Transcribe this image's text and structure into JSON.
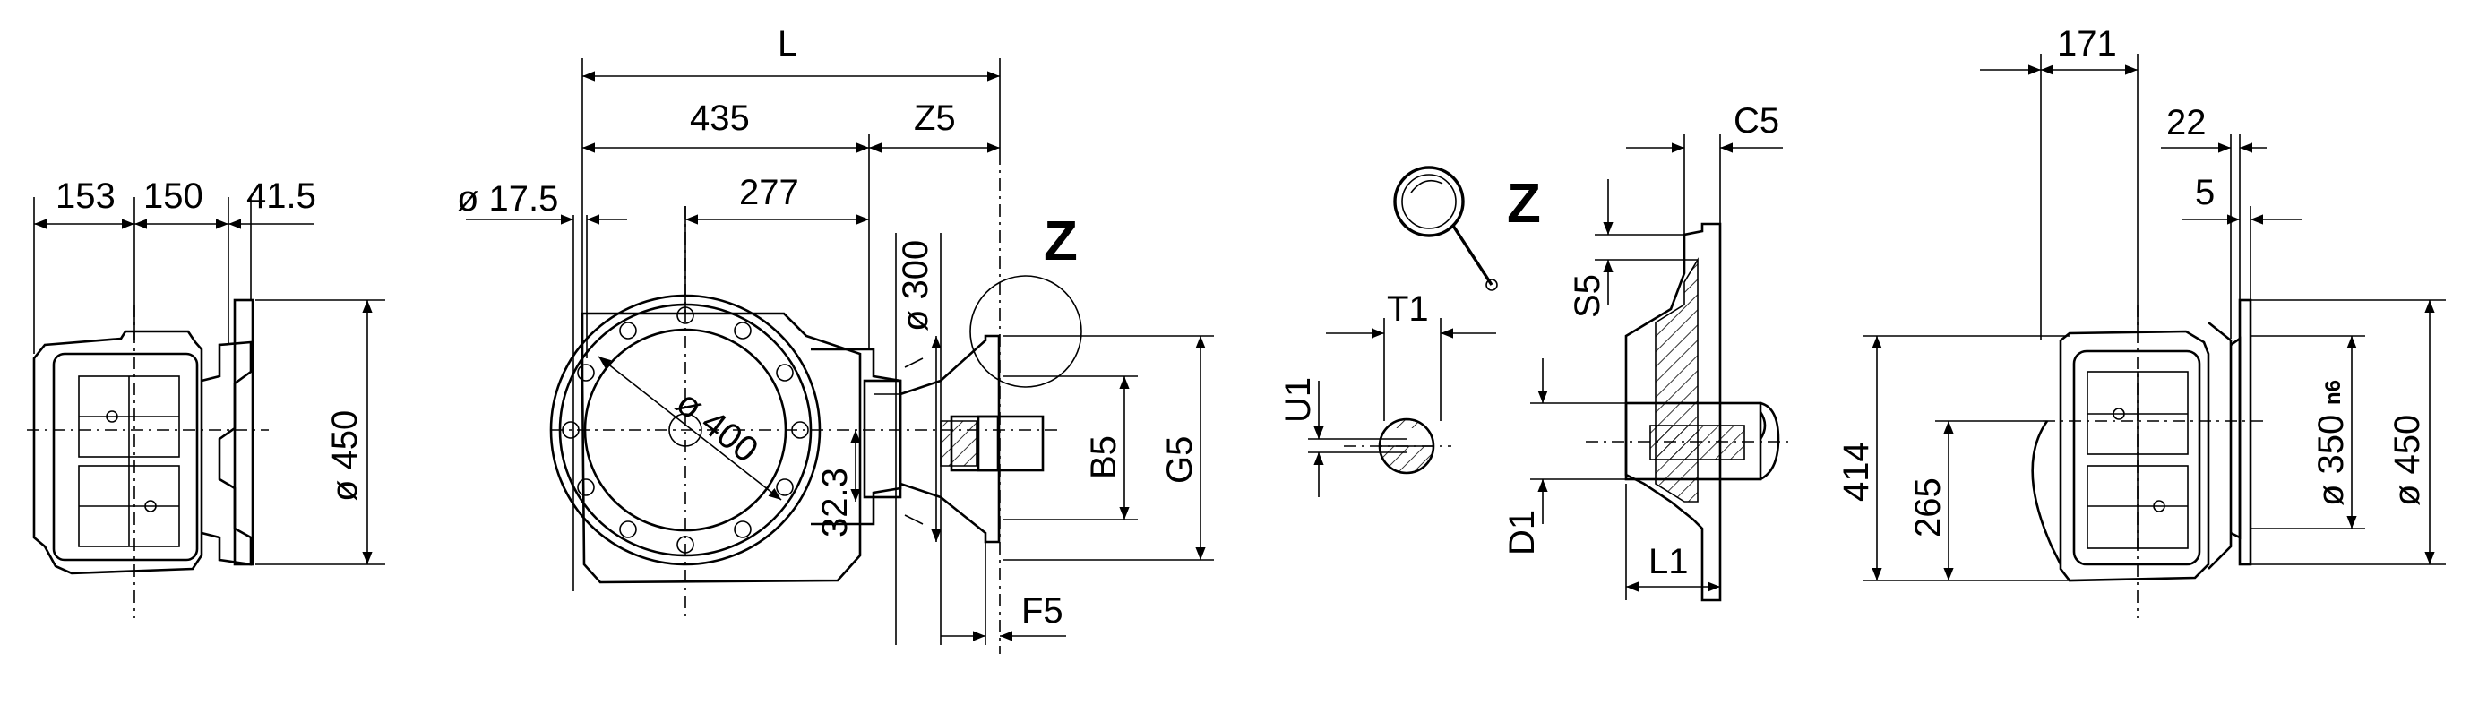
{
  "view1": {
    "d1": "153",
    "d2": "150",
    "d3": "41.5",
    "d4": "ø 450"
  },
  "view2": {
    "L": "L",
    "d435": "435",
    "Z5": "Z5",
    "d277": "277",
    "d175": "ø 17.5",
    "d300": "ø 300",
    "d400": "ø 400",
    "d323": "32.3",
    "B5": "B5",
    "G5": "G5",
    "F5": "F5",
    "Z": "Z"
  },
  "detail": {
    "T1": "T1",
    "U1": "U1",
    "Z": "Z"
  },
  "section": {
    "C5": "C5",
    "S5": "S5",
    "D1": "D1",
    "L1": "L1"
  },
  "view4": {
    "d171": "171",
    "d22": "22",
    "d5": "5",
    "d414": "414",
    "d265": "265",
    "d350": "ø 350",
    "d350_fit": "n6",
    "d450": "ø 450"
  }
}
